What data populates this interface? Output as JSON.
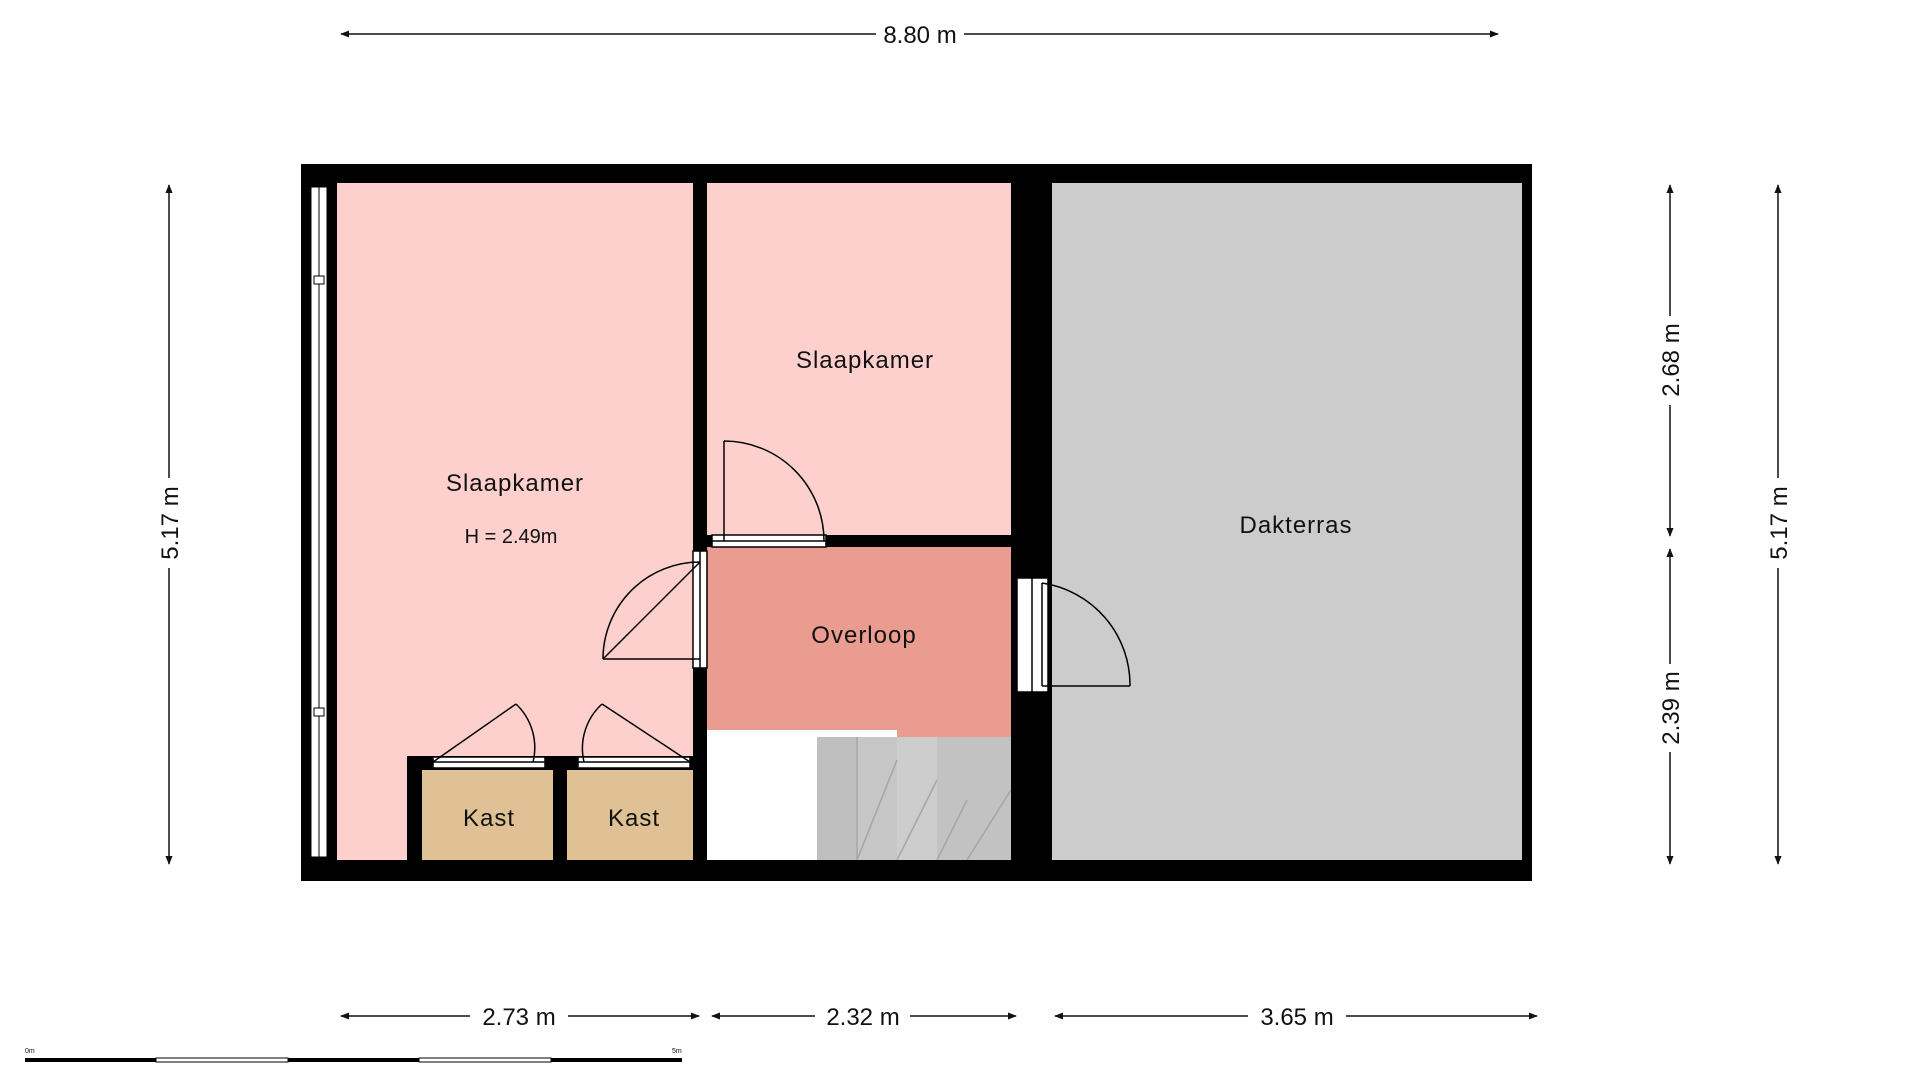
{
  "dimensions": {
    "top_total": "8.80 m",
    "left_total": "5.17 m",
    "right_total": "5.17 m",
    "right_upper": "2.68 m",
    "right_lower": "2.39 m",
    "bottom_left": "2.73 m",
    "bottom_mid": "2.32 m",
    "bottom_right": "3.65 m"
  },
  "rooms": {
    "bedroom_large": {
      "label": "Slaapkamer",
      "height": "H = 2.49m"
    },
    "bedroom_small": {
      "label": "Slaapkamer"
    },
    "landing": {
      "label": "Overloop"
    },
    "roof_terrace": {
      "label": "Dakterras"
    },
    "closet_1": {
      "label": "Kast"
    },
    "closet_2": {
      "label": "Kast"
    }
  },
  "scale_bar": {
    "start": "0m",
    "end": "5m"
  },
  "colors": {
    "bedroom": "#fdd0cd",
    "landing": "#eb9c90",
    "terrace": "#cccccc",
    "closet": "#dfc195",
    "wall": "#000000"
  }
}
